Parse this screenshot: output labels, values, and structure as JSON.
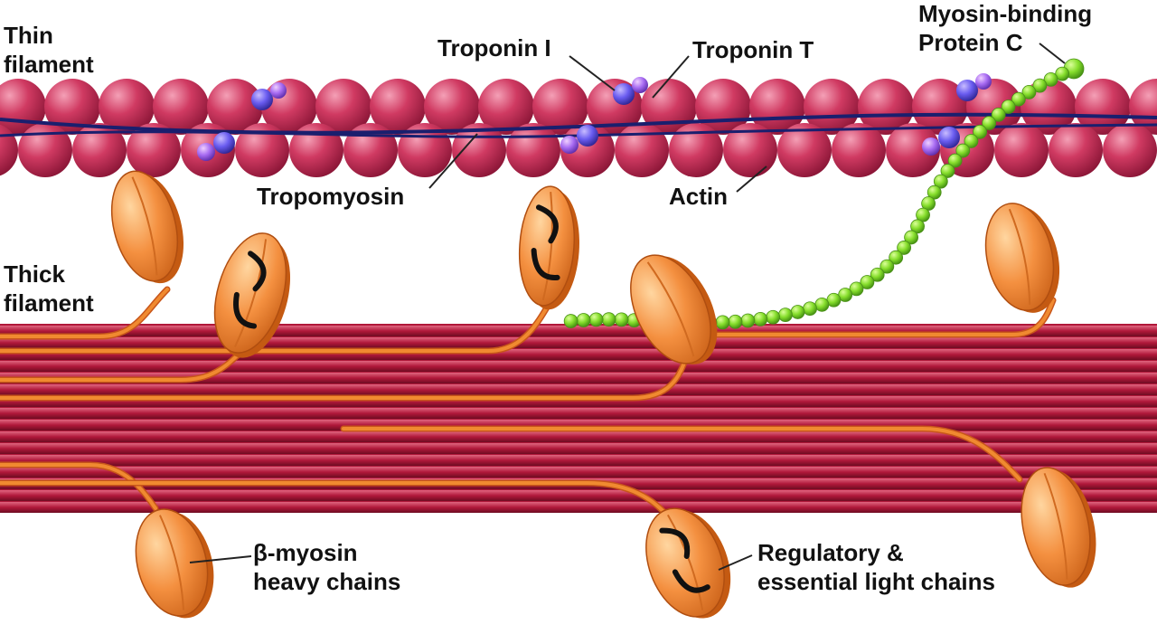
{
  "colors": {
    "actin": "#d03a62",
    "actin_highlight": "#f4a0b6",
    "tropomyosin": "#1a1f6e",
    "troponin": "#6a5cf0",
    "troponin_light": "#a68cff",
    "mybpc": "#86de2c",
    "mybpc_highlight": "#dcff9a",
    "thick_band": "#b0183a",
    "thick_band_light": "#e0657f",
    "myosin_head": "#f08a30",
    "myosin_head_light": "#ffd6a0",
    "light_chain": "#111111",
    "leader": "#222222"
  },
  "labels": {
    "thin_filament_1": "Thin",
    "thin_filament_2": "filament",
    "thick_filament_1": "Thick",
    "thick_filament_2": "filament",
    "troponin_i": "Troponin I",
    "troponin_t": "Troponin T",
    "mybpc_1": "Myosin-binding",
    "mybpc_2": "Protein C",
    "tropomyosin": "Tropomyosin",
    "actin": "Actin",
    "heavy_1": "β-myosin",
    "heavy_2": "heavy chains",
    "light_1": "Regulatory &",
    "light_2": "essential light chains"
  },
  "icons": {
    "actin": "actin-monomer-icon",
    "troponin": "troponin-complex-icon",
    "myosin_head": "myosin-head-icon",
    "mybpc": "mybpc-bead-icon"
  }
}
